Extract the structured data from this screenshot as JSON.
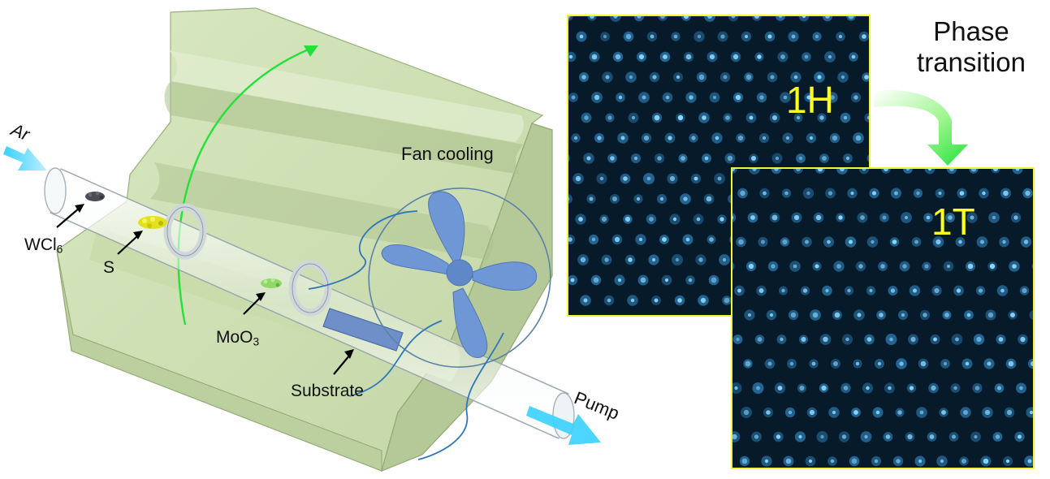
{
  "labels": {
    "gas_in": "Ar",
    "gas_out": "Pump",
    "precursor_w_stem": "WCl",
    "precursor_w_sub": "6",
    "sulfur": "S",
    "precursor_mo_stem": "MoO",
    "precursor_mo_sub": "3",
    "substrate": "Substrate",
    "fan": "Fan cooling",
    "transition": "Phase transition"
  },
  "micrographs": [
    {
      "phase": "1H"
    },
    {
      "phase": "1T"
    }
  ],
  "colors": {
    "furnace_face": "#cfdfb4",
    "furnace_side": "#b5c998",
    "rotation_arrow": "#22e23a",
    "gas_arrow": "#38d0ff",
    "fan_blade": "#6f97d6",
    "frame": "#f5f23a",
    "phase_label": "#ffff1f",
    "atom": "#8ad6ff",
    "micro_bg": "#071a2a"
  },
  "icons": [
    "fan-icon",
    "gas-arrow-icon",
    "rotation-arrow-icon",
    "transition-arrow-icon"
  ]
}
